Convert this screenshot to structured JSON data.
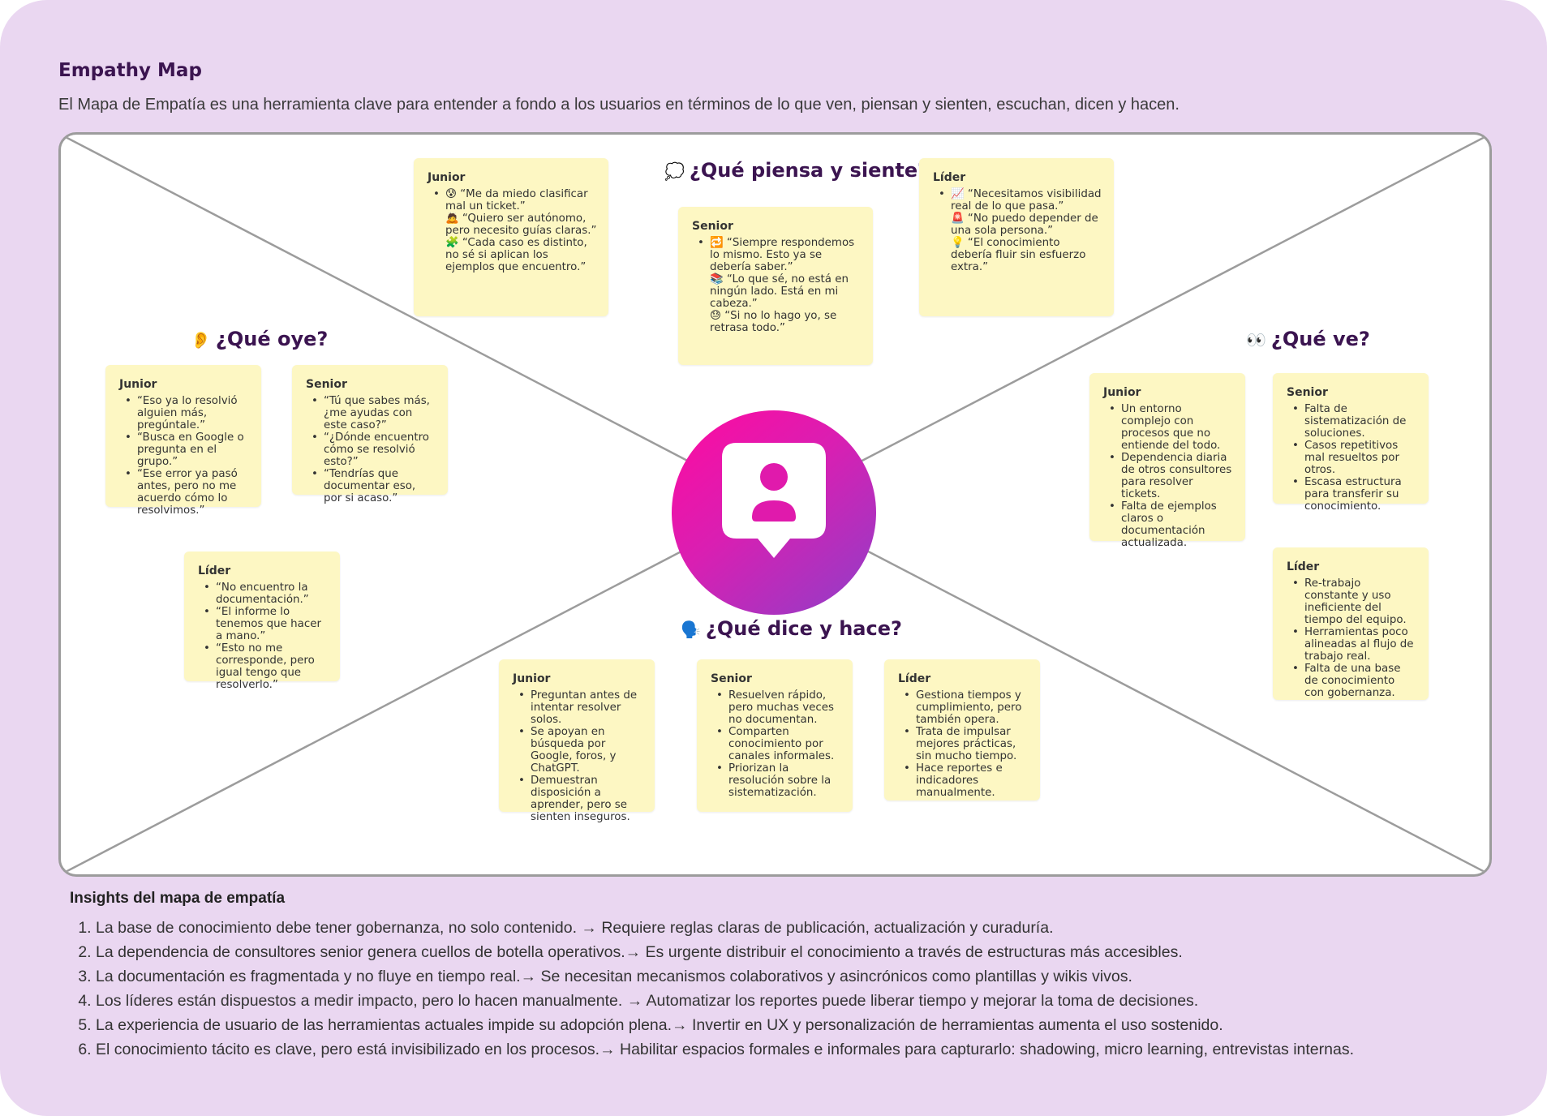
{
  "title": "Empathy Map",
  "subtitle": "El Mapa de Empatía es una herramienta clave para entender a fondo a los usuarios en términos de lo que ven, piensan y sienten, escuchan, dicen y hacen.",
  "quadrants": {
    "piensa": {
      "emoji": "💭",
      "label": "¿Qué piensa y siente?"
    },
    "oye": {
      "emoji": "👂",
      "label": "¿Qué oye?"
    },
    "ve": {
      "emoji": "👀",
      "label": "¿Qué ve?"
    },
    "dice": {
      "emoji": "🗣️",
      "label": "¿Qué dice y hace?"
    }
  },
  "notes": {
    "piensa_junior": {
      "role": "Junior",
      "items": [
        "😰 “Me da miedo clasificar mal un ticket.”",
        "🙇 “Quiero ser autónomo, pero necesito guías claras.”",
        "🧩 “Cada caso es distinto, no sé si aplican los ejemplos que encuentro.”"
      ]
    },
    "piensa_senior": {
      "role": "Senior",
      "items": [
        "🔁 “Siempre respondemos lo mismo. Esto ya se debería saber.”",
        "📚 “Lo que sé, no está en ningún lado. Está en mi cabeza.”",
        "😓 “Si no lo hago yo, se retrasa todo.”"
      ]
    },
    "piensa_lider": {
      "role": "Líder",
      "items": [
        "📈 “Necesitamos visibilidad real de lo que pasa.”",
        "🚨 “No puedo depender de una sola persona.”",
        "💡 “El conocimiento debería fluir sin esfuerzo extra.”"
      ]
    },
    "oye_junior": {
      "role": "Junior",
      "items": [
        "“Eso ya lo resolvió alguien más, pregúntale.”",
        "“Busca en Google o pregunta en el grupo.”",
        "“Ese error ya pasó antes, pero no me acuerdo cómo lo resolvimos.”"
      ]
    },
    "oye_senior": {
      "role": "Senior",
      "items": [
        "“Tú que sabes más, ¿me ayudas con este caso?”",
        "“¿Dónde encuentro cómo se resolvió esto?”",
        "“Tendrías que documentar eso, por si acaso.”"
      ]
    },
    "oye_lider": {
      "role": "Líder",
      "items": [
        "“No encuentro la documentación.”",
        "“El informe lo tenemos que hacer a mano.”",
        "“Esto no me corresponde, pero igual tengo que resolverlo.”"
      ]
    },
    "ve_junior": {
      "role": "Junior",
      "items": [
        "Un entorno complejo con procesos que no entiende del todo.",
        "Dependencia diaria de otros consultores para resolver tickets.",
        "Falta de ejemplos claros o documentación actualizada."
      ]
    },
    "ve_senior": {
      "role": "Senior",
      "items": [
        "Falta de sistematización de soluciones.",
        "Casos repetitivos mal resueltos por otros.",
        "Escasa estructura para transferir su conocimiento."
      ]
    },
    "ve_lider": {
      "role": "Líder",
      "items": [
        "Re-trabajo constante y uso ineficiente del tiempo del equipo.",
        "Herramientas poco alineadas al flujo de trabajo real.",
        "Falta de una base de conocimiento con gobernanza."
      ]
    },
    "dice_junior": {
      "role": "Junior",
      "items": [
        "Preguntan antes de intentar resolver solos.",
        "Se apoyan en búsqueda por Google, foros, y ChatGPT.",
        "Demuestran disposición a aprender, pero se sienten inseguros."
      ]
    },
    "dice_senior": {
      "role": "Senior",
      "items": [
        "Resuelven rápido, pero muchas veces no documentan.",
        "Comparten conocimiento por canales informales.",
        "Priorizan la resolución sobre la sistematización."
      ]
    },
    "dice_lider": {
      "role": "Líder",
      "items": [
        "Gestiona tiempos y cumplimiento, pero también opera.",
        "Trata de impulsar mejores prácticas, sin mucho tiempo.",
        "Hace reportes e indicadores manualmente."
      ]
    }
  },
  "insights": {
    "title": "Insights del mapa de empatía",
    "items": [
      "La base de conocimiento debe tener gobernanza, no solo contenido. → Requiere reglas claras de publicación, actualización y curaduría.",
      "La dependencia de consultores senior genera cuellos de botella operativos.→ Es urgente distribuir el conocimiento a través de estructuras más accesibles.",
      "La documentación es fragmentada y no fluye en tiempo real.→ Se necesitan mecanismos colaborativos y asincrónicos como plantillas y wikis vivos.",
      "Los líderes están dispuestos a medir impacto, pero lo hacen manualmente. → Automatizar los reportes puede liberar tiempo y mejorar la toma de decisiones.",
      "La experiencia de usuario de las herramientas actuales impide su adopción plena.→ Invertir en UX y personalización de herramientas aumenta el uso sostenido.",
      "El conocimiento tácito es clave, pero está invisibilizado en los procesos.→ Habilitar espacios formales e informales para capturarlo: shadowing, micro learning, entrevistas internas."
    ]
  },
  "colors": {
    "background": "#ead7f1",
    "note": "#fdf7c3",
    "heading": "#3b1450",
    "accent_start": "#ff0aa0",
    "accent_end": "#8e3fc8"
  }
}
